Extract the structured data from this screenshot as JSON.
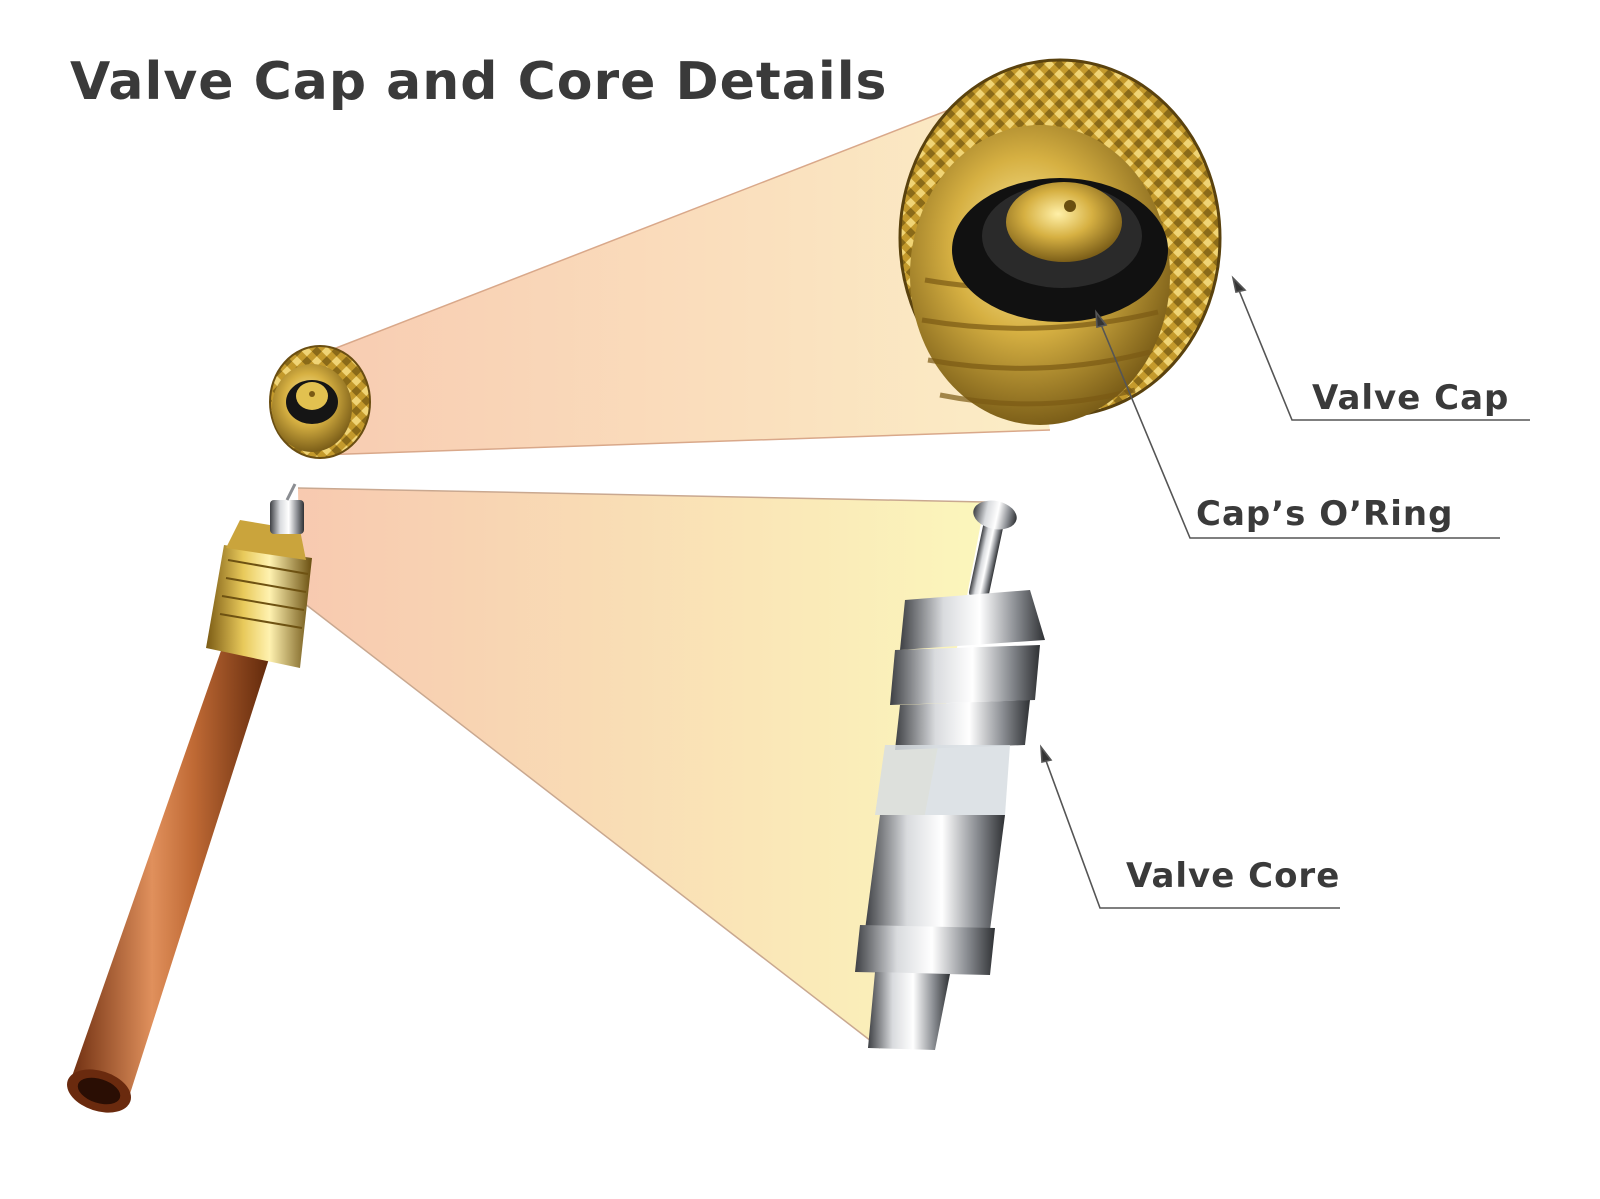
{
  "diagram": {
    "title": "Valve Cap and Core Details",
    "labels": {
      "valve_cap": "Valve Cap",
      "caps_oring": "Cap’s O’Ring",
      "valve_core": "Valve Core"
    },
    "colors": {
      "text": "#3a3a3a",
      "brass": "#c9a23a",
      "copper": "#b4622d",
      "chrome": "#b9bcc0",
      "oring": "#1a1a1a",
      "cone_peach": "#f8c9a8",
      "cone_yellow": "#fbf2b8"
    }
  }
}
